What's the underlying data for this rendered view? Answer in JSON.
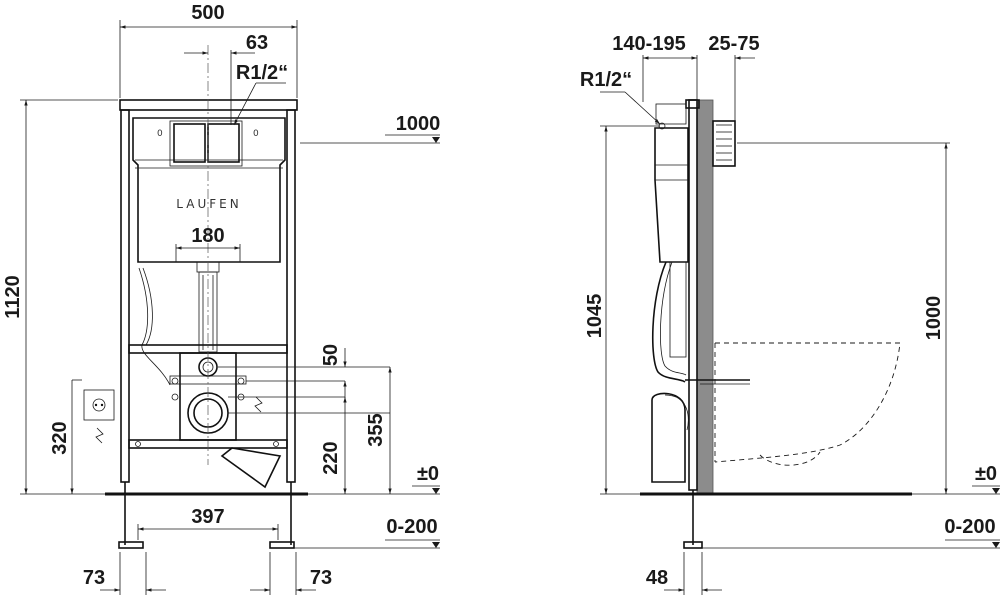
{
  "front_view": {
    "dims": {
      "width_total": "500",
      "offset_63": "63",
      "thread": "R1/2“",
      "height_1000": "1000",
      "overall_height": "1120",
      "spacing_180": "180",
      "d_50": "50",
      "d_355": "355",
      "d_220": "220",
      "d_320": "320",
      "floor_zero": "±0",
      "adj_range": "0-200",
      "d_397": "397",
      "foot_left": "73",
      "foot_right": "73"
    },
    "brand": "LAUFEN"
  },
  "side_view": {
    "dims": {
      "depth_range": "140-195",
      "wall_range": "25-75",
      "thread": "R1/2“",
      "height_1045": "1045",
      "height_1000": "1000",
      "floor_zero": "±0",
      "adj_range": "0-200",
      "d_48": "48"
    }
  },
  "colors": {
    "wall": "#8c8c8c",
    "line": "#1a1a1a"
  }
}
